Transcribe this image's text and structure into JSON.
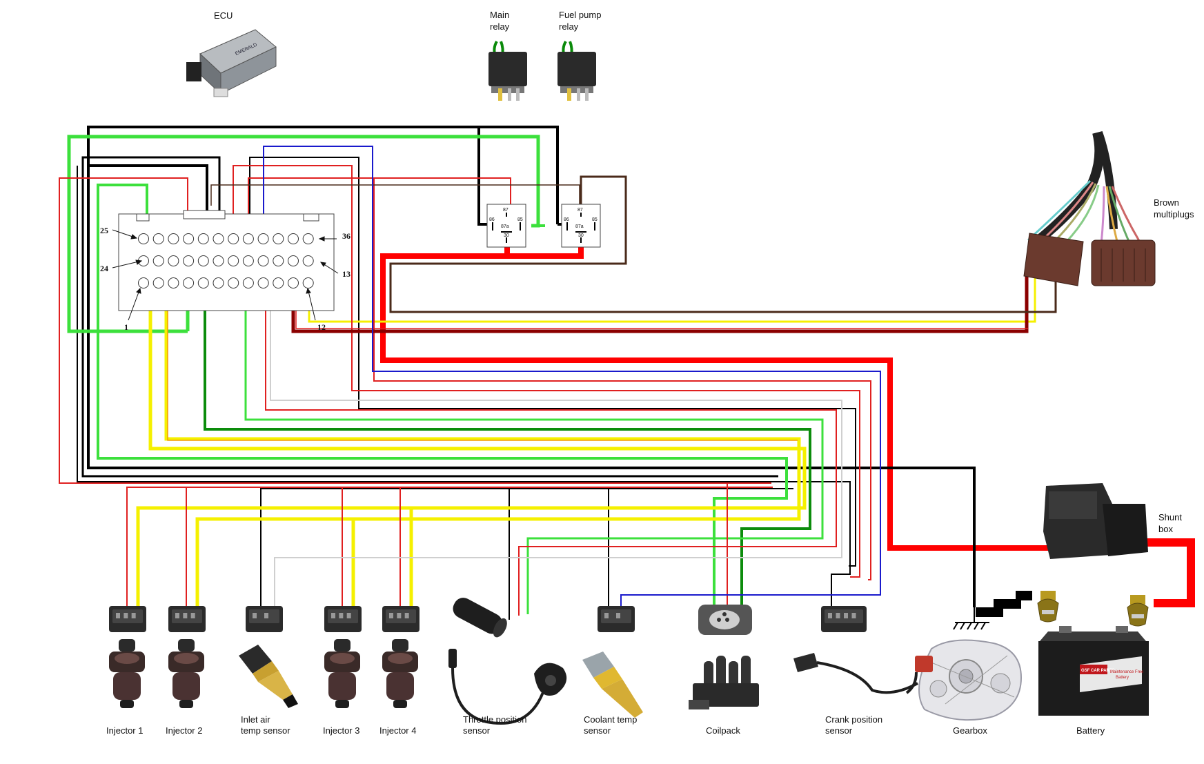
{
  "labels": {
    "ecu": "ECU",
    "main_relay_l1": "Main",
    "main_relay_l2": "relay",
    "fuel_relay_l1": "Fuel pump",
    "fuel_relay_l2": "relay",
    "brown_l1": "Brown",
    "brown_l2": "multiplugs",
    "shunt_l1": "Shunt",
    "shunt_l2": "box",
    "injector1": "Injector 1",
    "injector2": "Injector 2",
    "inlet_l1": "Inlet air",
    "inlet_l2": "temp sensor",
    "injector3": "Injector 3",
    "injector4": "Injector 4",
    "throttle_l1": "Throttle position",
    "throttle_l2": "sensor",
    "coolant_l1": "Coolant temp",
    "coolant_l2": "sensor",
    "coilpack": "Coilpack",
    "crank_l1": "Crank position",
    "crank_l2": "sensor",
    "gearbox": "Gearbox",
    "battery": "Battery",
    "ecu_badge": "EMERALD"
  },
  "pin_numbers": {
    "p25": "25",
    "p36": "36",
    "p24": "24",
    "p13": "13",
    "p1": "1",
    "p12": "12"
  },
  "relay_terminals": {
    "t87": "87",
    "t87a": "87a",
    "t86": "86",
    "t85": "85",
    "t30": "30"
  },
  "battery_brand": {
    "line1": "GSF CAR PARTS",
    "line2": "Maintenance Free",
    "line3": "Battery"
  },
  "wire_colors": {
    "black": "#000000",
    "red": "#e02020",
    "green": "#3ce03c",
    "yellow": "#f5f000",
    "blue": "#1a1acc",
    "brown": "#4a2a1a",
    "white": "#cfcfcf",
    "power_red": "#ff0000",
    "dark_red": "#8b0000"
  },
  "icons": [
    "ecu-box-icon",
    "relay-icon",
    "injector-icon",
    "connector-plug-icon",
    "temp-sensor-icon",
    "throttle-sensor-icon",
    "coilpack-icon",
    "crank-sensor-icon",
    "gearbox-icon",
    "battery-icon",
    "battery-terminal-icon",
    "ground-symbol-icon",
    "shunt-box-icon",
    "multiplug-icon"
  ]
}
